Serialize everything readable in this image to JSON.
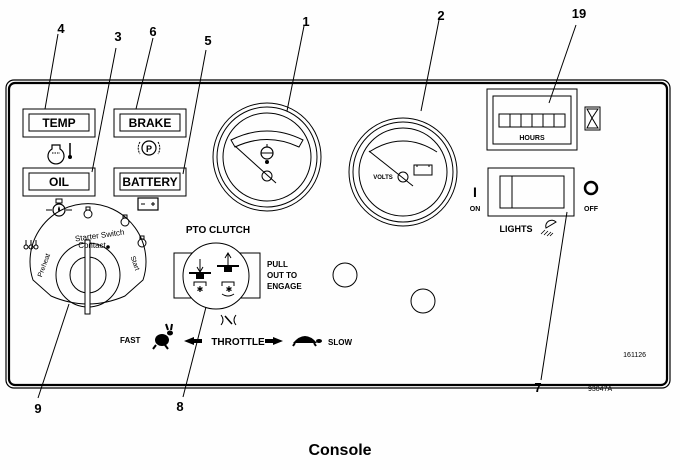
{
  "caption": "Console",
  "figure_id": "93047A",
  "panel_part_number": "161126",
  "callouts": [
    {
      "number": "1",
      "target": "engine-oil-pressure-gauge"
    },
    {
      "number": "2",
      "target": "voltmeter"
    },
    {
      "number": "3",
      "target": "oil-indicator-light"
    },
    {
      "number": "4",
      "target": "temp-indicator-light"
    },
    {
      "number": "5",
      "target": "battery-indicator-light"
    },
    {
      "number": "6",
      "target": "brake-indicator-light"
    },
    {
      "number": "7",
      "target": "lights-switch"
    },
    {
      "number": "8",
      "target": "pto-clutch-knob"
    },
    {
      "number": "9",
      "target": "ignition-key-switch"
    },
    {
      "number": "19",
      "target": "hour-meter"
    }
  ],
  "indicators": {
    "temp": "TEMP",
    "brake": "BRAKE",
    "oil": "OIL",
    "battery": "BATTERY"
  },
  "ignition": {
    "title_line1": "Starter Switch",
    "title_line2": "Contact",
    "preheat": "Preheat",
    "start": "Start"
  },
  "pto": {
    "title": "PTO CLUTCH",
    "instruction_line1": "PULL",
    "instruction_line2": "OUT TO",
    "instruction_line3": "ENGAGE"
  },
  "throttle": {
    "label": "THROTTLE",
    "fast": "FAST",
    "slow": "SLOW"
  },
  "voltmeter": {
    "label": "VOLTS"
  },
  "hour_meter": {
    "label": "HOURS",
    "digit_count": 6
  },
  "lights_switch": {
    "label": "LIGHTS",
    "on_symbol": "I",
    "on_label": "ON",
    "off_symbol": "O",
    "off_label": "OFF"
  }
}
